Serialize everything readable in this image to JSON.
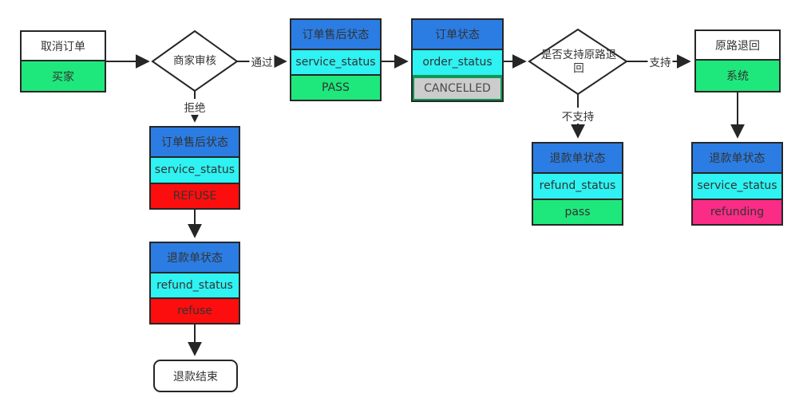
{
  "colors": {
    "header_blue": "#2b7de3",
    "cyan": "#2ff2f2",
    "green": "#1ee87b",
    "red": "#fc0e0e",
    "pink": "#fa2c86",
    "gray": "#cccccc",
    "white": "#ffffff",
    "line": "#262626",
    "cancelled_border": "#0e9655"
  },
  "nodes": {
    "cancel_order": {
      "rows": [
        {
          "text": "取消订单",
          "bg": "white"
        },
        {
          "text": "买家",
          "bg": "green"
        }
      ]
    },
    "merchant_review": {
      "text": "商家审核"
    },
    "after_sale_pass": {
      "rows": [
        {
          "text": "订单售后状态",
          "bg": "header_blue"
        },
        {
          "text": "service_status",
          "bg": "cyan"
        },
        {
          "text": "PASS",
          "bg": "green"
        }
      ]
    },
    "order_status_cancelled": {
      "rows": [
        {
          "text": "订单状态",
          "bg": "header_blue"
        },
        {
          "text": "order_status",
          "bg": "cyan"
        },
        {
          "text": "CANCELLED",
          "bg": "gray"
        }
      ]
    },
    "support_original_route": {
      "text": "是否支持原路退回"
    },
    "original_route_return": {
      "rows": [
        {
          "text": "原路退回",
          "bg": "white"
        },
        {
          "text": "系统",
          "bg": "green"
        }
      ]
    },
    "refund_pass": {
      "rows": [
        {
          "text": "退款单状态",
          "bg": "header_blue"
        },
        {
          "text": "refund_status",
          "bg": "cyan"
        },
        {
          "text": "pass",
          "bg": "green"
        }
      ]
    },
    "refund_refunding": {
      "rows": [
        {
          "text": "退款单状态",
          "bg": "header_blue"
        },
        {
          "text": "service_status",
          "bg": "cyan"
        },
        {
          "text": "refunding",
          "bg": "pink"
        }
      ]
    },
    "after_sale_refuse": {
      "rows": [
        {
          "text": "订单售后状态",
          "bg": "header_blue"
        },
        {
          "text": "service_status",
          "bg": "cyan"
        },
        {
          "text": "REFUSE",
          "bg": "red"
        }
      ]
    },
    "refund_refuse": {
      "rows": [
        {
          "text": "退款单状态",
          "bg": "header_blue"
        },
        {
          "text": "refund_status",
          "bg": "cyan"
        },
        {
          "text": "refuse",
          "bg": "red"
        }
      ]
    },
    "refund_end": {
      "text": "退款结束"
    }
  },
  "edge_labels": {
    "pass": "通过",
    "refuse": "拒绝",
    "support": "支持",
    "not_support": "不支持"
  }
}
